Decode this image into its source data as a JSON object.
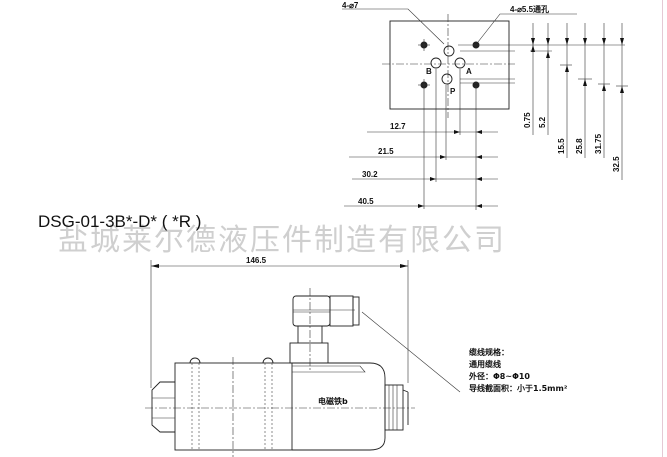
{
  "title": "DSG-01-3B*-D* ( *R )",
  "watermark": "盐城莱尔德液压件制造有限公司",
  "top_view": {
    "hole_callout_1": "4-⌀7",
    "hole_callout_2": "4-⌀5.5通孔",
    "port_labels": {
      "a": "A",
      "b": "B",
      "p": "P"
    },
    "horizontal_dims": [
      "12.7",
      "21.5",
      "30.2",
      "40.5"
    ],
    "vertical_dims": [
      "0.75",
      "5.2",
      "15.5",
      "25.8",
      "31.75",
      "32.5"
    ]
  },
  "side_view": {
    "overall_length": "146.5",
    "solenoid_label": "电磁铁b",
    "cable_notes": [
      "缆线规格：",
      "通用缆线",
      "外径：Φ8~Φ10",
      "导线截面积：小于1.5mm²"
    ]
  }
}
